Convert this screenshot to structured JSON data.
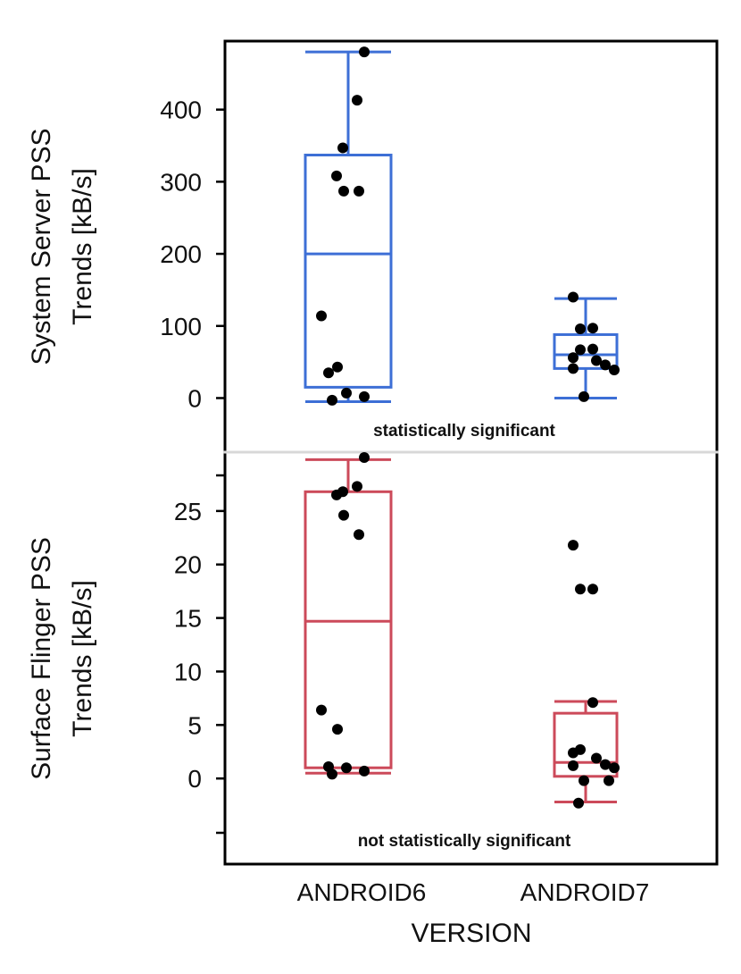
{
  "chart_data": [
    {
      "type": "box",
      "ylabel_lines": [
        "System Server PSS",
        "Trends [kB/s]"
      ],
      "yticks": [
        0,
        100,
        200,
        300,
        400
      ],
      "ylim": [
        -75,
        495
      ],
      "color": "#3d6fd6",
      "annotation": "statistically significant",
      "categories": [
        "ANDROID6",
        "ANDROID7"
      ],
      "boxes": [
        {
          "category": "ANDROID6",
          "whisker_low": -5,
          "q1": 15,
          "median": 200,
          "q3": 337,
          "whisker_high": 480
        },
        {
          "category": "ANDROID7",
          "whisker_low": 0,
          "q1": 41,
          "median": 60,
          "q3": 88,
          "whisker_high": 138
        }
      ],
      "points": [
        {
          "category": "ANDROID6",
          "values": [
            480,
            413,
            347,
            308,
            287,
            287,
            114,
            43,
            35,
            7,
            2,
            -3
          ]
        },
        {
          "category": "ANDROID7",
          "values": [
            140,
            96,
            97,
            68,
            67,
            56,
            52,
            46,
            41,
            39,
            2
          ]
        }
      ]
    },
    {
      "type": "box",
      "ylabel_lines": [
        "Surface Flinger PSS",
        "Trends [kB/s]"
      ],
      "yticks": [
        0,
        5,
        10,
        15,
        20,
        25
      ],
      "ylim": [
        -8,
        30.5
      ],
      "color": "#cc4a5a",
      "annotation": "not statistically significant",
      "categories": [
        "ANDROID6",
        "ANDROID7"
      ],
      "boxes": [
        {
          "category": "ANDROID6",
          "whisker_low": 0.5,
          "q1": 1,
          "median": 14.7,
          "q3": 26.8,
          "whisker_high": 29.8
        },
        {
          "category": "ANDROID7",
          "whisker_low": -2.2,
          "q1": 0.2,
          "median": 1.5,
          "q3": 6.1,
          "whisker_high": 7.2
        }
      ],
      "points": [
        {
          "category": "ANDROID6",
          "values": [
            30,
            27.3,
            26.8,
            26.5,
            24.6,
            22.8,
            6.4,
            4.6,
            1.1,
            1.0,
            0.7,
            0.4
          ]
        },
        {
          "category": "ANDROID7",
          "values": [
            21.8,
            17.7,
            17.7,
            7.1,
            2.7,
            2.4,
            1.9,
            1.3,
            1.2,
            1.0,
            -0.2,
            -0.2,
            -2.3
          ]
        }
      ]
    }
  ],
  "xaxis": {
    "title": "VERSION",
    "tick_labels": [
      "ANDROID6",
      "ANDROID7"
    ]
  }
}
